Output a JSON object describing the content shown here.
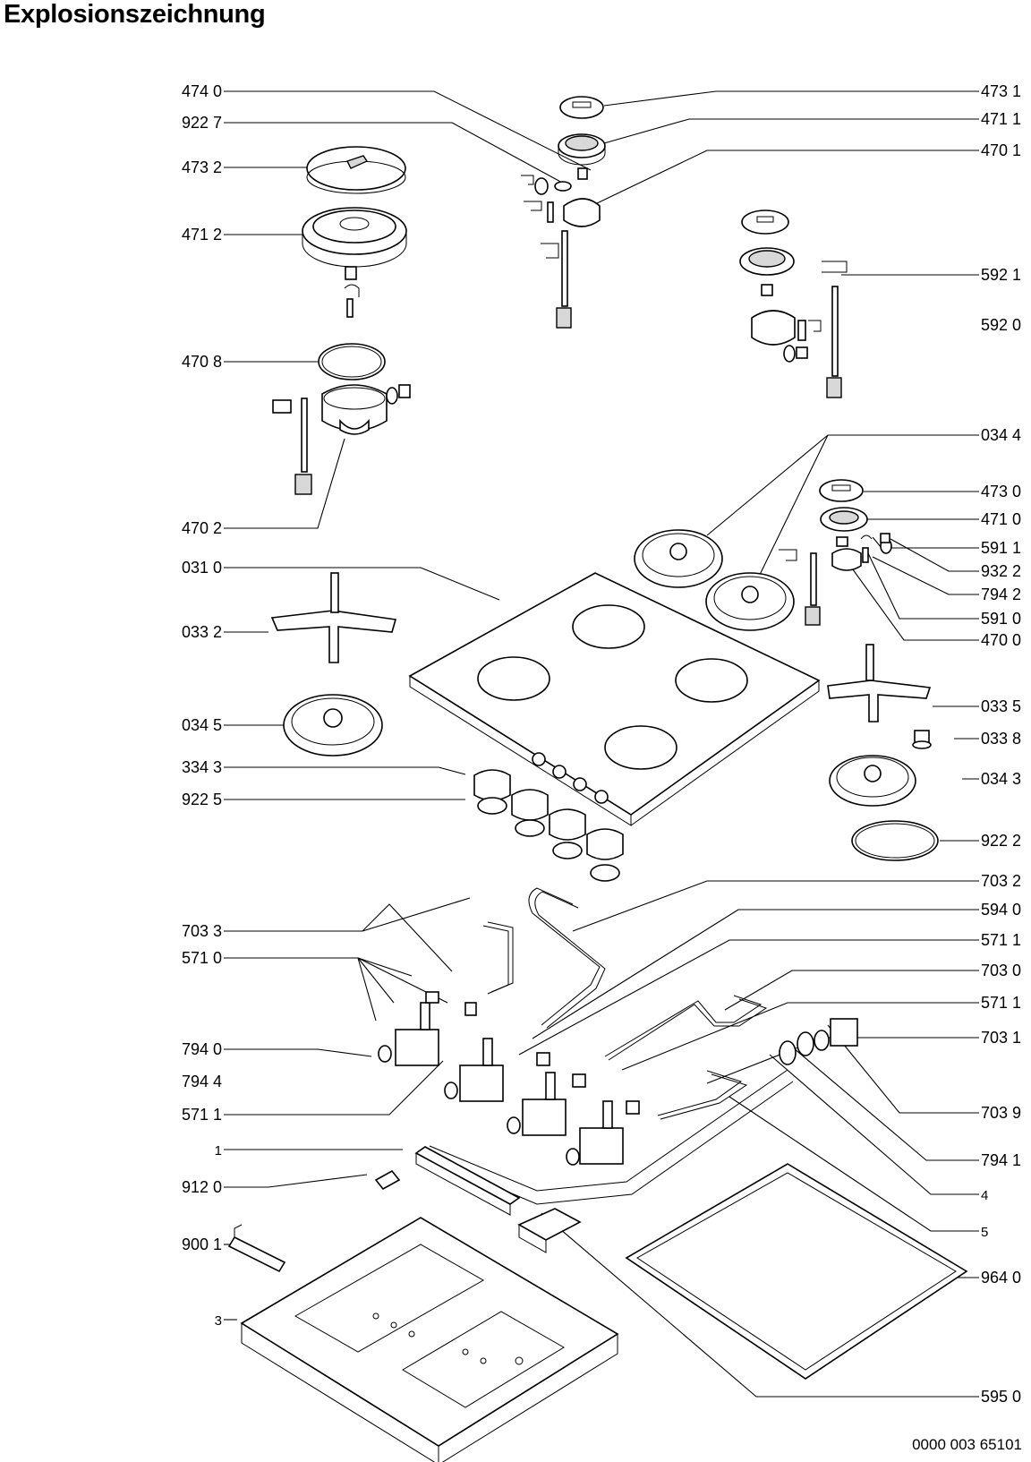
{
  "title": "Explosionszeichnung",
  "document_number": "0000 003 65101",
  "labels_left": [
    "474 0",
    "922 7",
    "473 2",
    "471 2",
    "470 8",
    "470 2",
    "031 0",
    "033 2",
    "034 5",
    "334 3",
    "922 5",
    "703 3",
    "571 0",
    "794 0",
    "794 4",
    "571 1",
    "1",
    "912 0",
    "900 1",
    "3"
  ],
  "labels_right": [
    "473 1",
    "471 1",
    "470 1",
    "592 1",
    "592 0",
    "034 4",
    "473 0",
    "471 0",
    "591 1",
    "932 2",
    "794 2",
    "591 0",
    "470 0",
    "033 5",
    "033 8",
    "034 3",
    "922 2",
    "703 2",
    "594 0",
    "571 1",
    "703 0",
    "571 1",
    "703 1",
    "703 9",
    "794 1",
    "4",
    "5",
    "964 0",
    "595 0"
  ]
}
